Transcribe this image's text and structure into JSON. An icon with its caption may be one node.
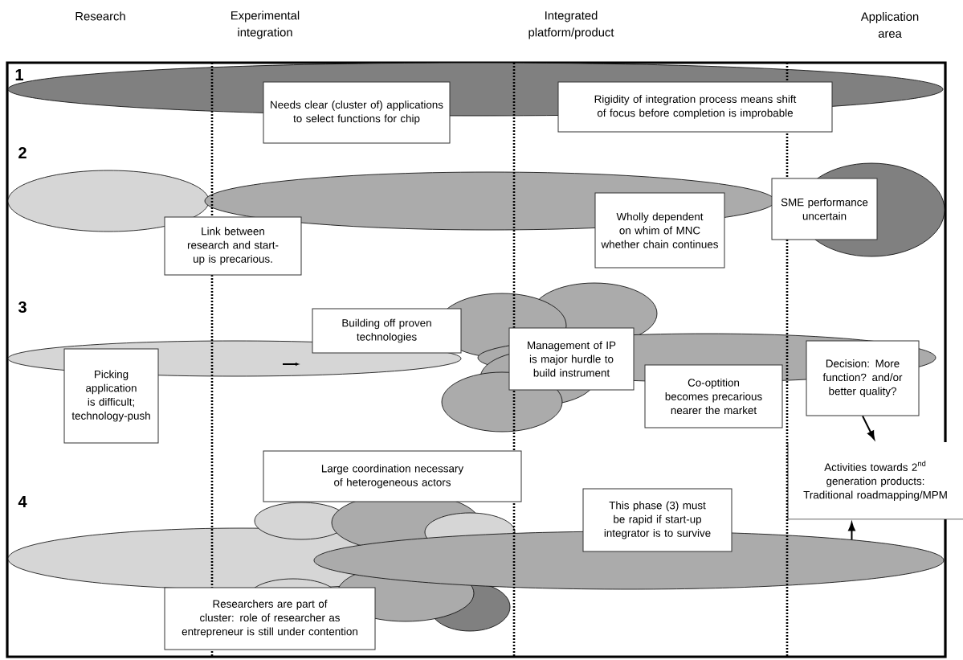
{
  "diagram": {
    "nodes": [
      {
        "text": [
          "Needs clear (cluster of) applications to select functions for chip"
        ]
      },
      {
        "text": [
          "Rigidity of integration process means shift of focus before completion is improbable"
        ]
      },
      {
        "text": [
          "Link between research and start-up is precarious."
        ]
      },
      {
        "text": [
          "Wholly dependent on whim of MNC whether chain continues"
        ]
      },
      {
        "text": [
          "SME performance uncertain"
        ]
      },
      {
        "text": [
          "Building off proven technologies"
        ]
      },
      {
        "text": [
          "Picking application is difficult; technology-push"
        ]
      },
      {
        "text": [
          "Management of IP is major hurdle to build instrument"
        ]
      },
      {
        "text": [
          "Co-optition becomes precarious nearer the market"
        ]
      },
      {
        "text": [
          "Decision:  More function? and/or better quality?"
        ]
      },
      {
        "text": [
          "Activities towards 2$^{nd}$ generation products: Traditional roadmapping/MPM"
        ]
      },
      {
        "text": [
          "Large coordination necessary of heterogeneous actors"
        ]
      },
      {
        "text": [
          "This phase (3) must be rapid if start-up integrator is to survive"
        ]
      },
      {
        "text": [
          "Researchers are part of cluster: role of researcher as entrepreneur is still under contention"
        ]
      },
      {
        "text": [],
        "shape": "ellipse"
      }
    ],
    "edges": [
      {
        "from": 9,
        "to": 10,
        "arrow": "to"
      },
      {
        "from": 14,
        "to": 10,
        "arrow": "to"
      }
    ],
    "labels": [
      "Research",
      "Experimental integration",
      "Integrated platform/product",
      "Application area",
      "1",
      "2",
      "3",
      "4"
    ]
  }
}
